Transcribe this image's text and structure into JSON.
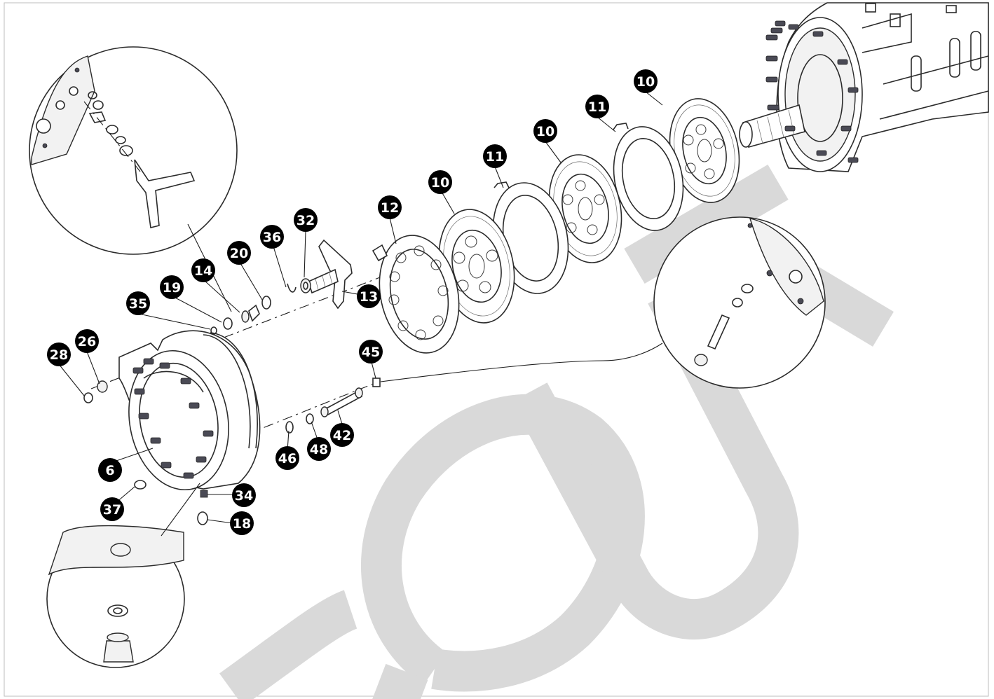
{
  "diagram": {
    "type": "exploded-parts-view",
    "part_numbers": [
      "10",
      "11",
      "10",
      "11",
      "10",
      "12",
      "32",
      "36",
      "20",
      "14",
      "19",
      "35",
      "13",
      "26",
      "28",
      "6",
      "45",
      "42",
      "48",
      "46",
      "37",
      "34",
      "18"
    ],
    "watermark_letters": [
      "C",
      "O",
      "U",
      "T"
    ]
  },
  "callouts": {
    "c10a": "10",
    "c11a": "11",
    "c10b": "10",
    "c11b": "11",
    "c10c": "10",
    "c12": "12",
    "c32": "32",
    "c36": "36",
    "c20": "20",
    "c14": "14",
    "c19": "19",
    "c35": "35",
    "c13": "13",
    "c26": "26",
    "c28": "28",
    "c6": "6",
    "c45": "45",
    "c42": "42",
    "c48": "48",
    "c46": "46",
    "c37": "37",
    "c34": "34",
    "c18": "18"
  },
  "colors": {
    "callout_fill": "#000000",
    "callout_text": "#ffffff",
    "line": "#2b2b2b",
    "bolt": "#4a4a55",
    "watermark": "#d9d9d9"
  }
}
